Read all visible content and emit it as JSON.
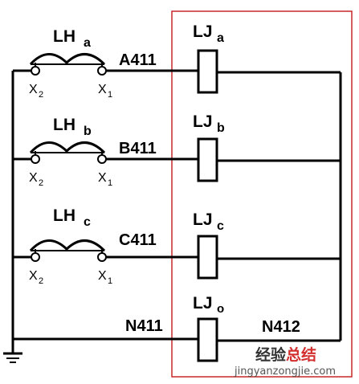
{
  "ct": {
    "a": {
      "name": "LH",
      "sub": "a",
      "t1": "X",
      "t1sub": "2",
      "t2": "X",
      "t2sub": "1"
    },
    "b": {
      "name": "LH",
      "sub": "b",
      "t1": "X",
      "t1sub": "2",
      "t2": "X",
      "t2sub": "1"
    },
    "c": {
      "name": "LH",
      "sub": "c",
      "t1": "X",
      "t1sub": "2",
      "t2": "X",
      "t2sub": "1"
    }
  },
  "wires": {
    "a": "A411",
    "b": "B411",
    "c": "C411",
    "n_in": "N411",
    "n_out": "N412"
  },
  "relays": {
    "a": {
      "name": "LJ",
      "sub": "a"
    },
    "b": {
      "name": "LJ",
      "sub": "b"
    },
    "c": {
      "name": "LJ",
      "sub": "c"
    },
    "o": {
      "name": "LJ",
      "sub": "o"
    }
  },
  "watermark": {
    "brand": "经验总结",
    "brand_a": "经验",
    "brand_b": "总结",
    "site": "jingyanzongjie.com"
  },
  "colors": {
    "line": "#000000",
    "box": "#c62828",
    "brand_red": "#d32f2f"
  }
}
